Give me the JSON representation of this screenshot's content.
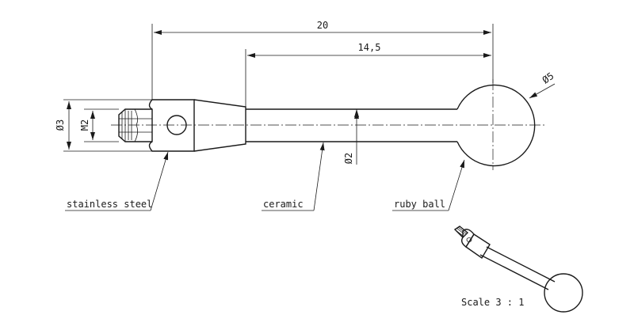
{
  "dimensions": {
    "overall_length": "20",
    "shaft_length": "14,5",
    "ball_diameter": "Ø5",
    "body_diameter": "Ø3",
    "thread": "M2",
    "shaft_diameter": "Ø2"
  },
  "labels": {
    "stainless_steel": "stainless steel",
    "ceramic": "ceramic",
    "ruby_ball": "ruby ball"
  },
  "scale_note": "Scale 3 : 1",
  "colors": {
    "line": "#1a1a1a",
    "background": "#ffffff"
  }
}
